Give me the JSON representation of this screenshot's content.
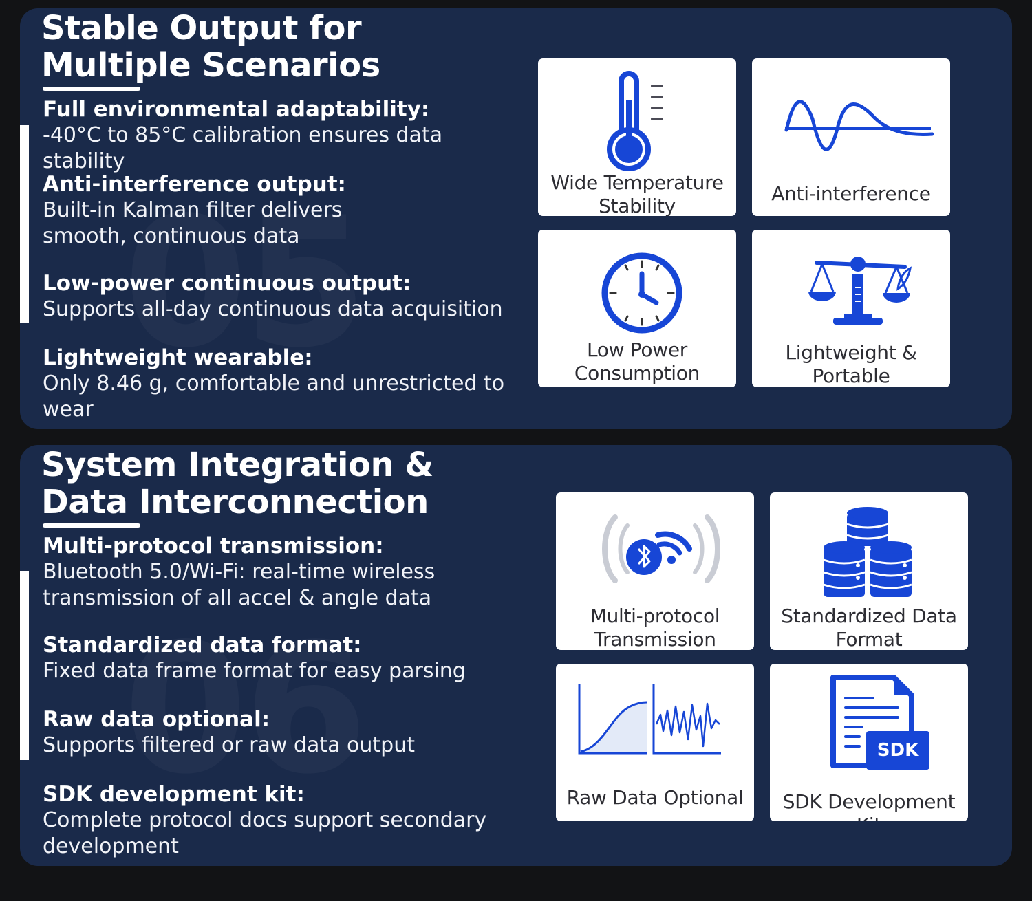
{
  "sections": [
    {
      "title_lines": [
        "Stable Output for",
        "Multiple Scenarios"
      ],
      "watermark": "05",
      "features": [
        {
          "heading": "Full environmental adaptability:",
          "body": "-40°C to 85°C calibration ensures data stability"
        },
        {
          "heading": "Anti-interference output:",
          "body": "Built-in Kalman filter delivers smooth, continuous data"
        },
        {
          "heading": "Low-power continuous output:",
          "body": "Supports all-day continuous data acquisition"
        },
        {
          "heading": "Lightweight wearable:",
          "body": "Only 8.46 g, comfortable and unrestricted to wear"
        }
      ],
      "cards": [
        {
          "label": "Wide Temperature Stability",
          "icon": "thermometer-icon"
        },
        {
          "label": "Anti-interference",
          "icon": "waveform-icon"
        },
        {
          "label": "Low Power Consumption",
          "icon": "clock-icon"
        },
        {
          "label": "Lightweight & Portable",
          "icon": "scale-icon"
        }
      ]
    },
    {
      "title_lines": [
        "System Integration &",
        "Data Interconnection"
      ],
      "watermark": "06",
      "features": [
        {
          "heading": "Multi-protocol transmission:",
          "body": "Bluetooth 5.0/Wi-Fi: real-time wireless transmission of all accel & angle data"
        },
        {
          "heading": "Standardized data format:",
          "body": "Fixed data frame format for easy parsing"
        },
        {
          "heading": "Raw data optional:",
          "body": "Supports filtered or raw data output"
        },
        {
          "heading": "SDK development kit:",
          "body": "Complete protocol docs support secondary development"
        }
      ],
      "cards": [
        {
          "label": "Multi-protocol Transmission",
          "icon": "bluetooth-wifi-icon"
        },
        {
          "label": "Standardized Data Format",
          "icon": "database-icon"
        },
        {
          "label": "Raw Data Optional",
          "icon": "raw-data-chart-icon"
        },
        {
          "label": "SDK Development Kit",
          "icon": "sdk-document-icon",
          "badge": "SDK"
        }
      ]
    }
  ],
  "colors": {
    "panel_bg": "#1a2a4a",
    "page_bg": "#121315",
    "icon_blue": "#1746d6",
    "card_bg": "#ffffff"
  }
}
